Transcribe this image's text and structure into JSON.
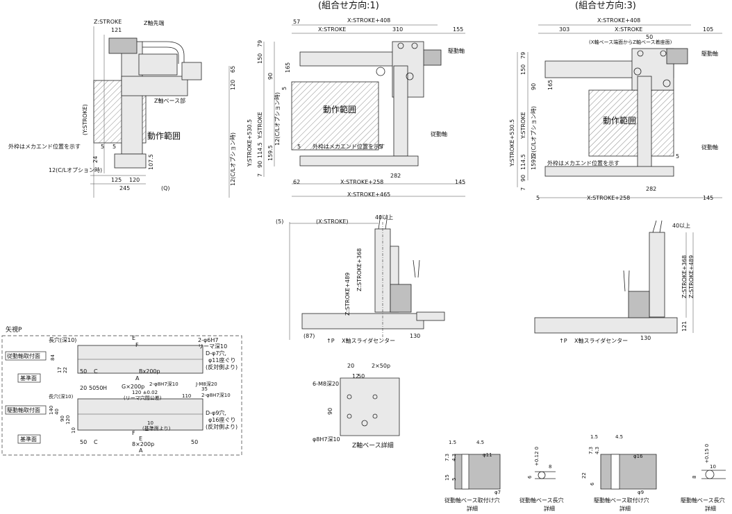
{
  "titles": {
    "combo1": "(組合せ方向:1)",
    "combo3": "(組合せ方向:3)"
  },
  "left_view": {
    "z_stroke": "Z:STROKE",
    "d121": "121",
    "z_tip": "Z軸先端",
    "y_stroke_paren": "(Y:STROKE)",
    "z_base": "Z軸ベース部",
    "range": "動作範囲",
    "mech_end": "外枠はメカエンド位置を示す",
    "d5a": "5",
    "d5b": "5",
    "cl12": "12(C/Lオプション時)",
    "cl12v": "12(C/Lオプション時)",
    "d120": "120",
    "d65": "65",
    "d107_5": "107.5",
    "d24": "24",
    "d125": "125",
    "d120b": "120",
    "d245": "245",
    "q": "(Q)"
  },
  "mid_view": {
    "x408": "X:STROKE+408",
    "d57": "57",
    "xs": "X:STROKE",
    "d310": "310",
    "d155": "155",
    "drive": "駆動軸",
    "driven": "従動軸",
    "y530": "Y:STROKE+530.5",
    "ys": "Y:STROKE",
    "d79": "79",
    "d150": "150",
    "d90": "90",
    "d165": "165",
    "d5": "5",
    "cl12": "12(C/Lオプション時)",
    "range": "動作範囲",
    "mech_end": "外枠はメカエンド位置を示す",
    "d5c": "5",
    "d5d": "5",
    "d159_5": "159.5",
    "d114_5": "114.5",
    "d90b": "90",
    "d7": "7",
    "d282": "282",
    "d62": "62",
    "x258": "X:STROKE+258",
    "d145": "145",
    "x465": "X:STROKE+465"
  },
  "right_view": {
    "x408": "X:STROKE+408",
    "d303": "303",
    "xs": "X:STROKE",
    "d50": "50",
    "d105": "105",
    "note": "(X軸ベース端面からZ軸ベース着座面)",
    "drive": "駆動軸",
    "driven": "従動軸",
    "y530": "Y:STROKE+530.5",
    "ys": "Y:STROKE",
    "d79": "79",
    "d150": "150",
    "d90": "90",
    "d165": "165",
    "cl12": "12(C/Lオプション時)",
    "range": "動作範囲",
    "mech_end": "外枠はメカエンド位置を示す",
    "d5": "5",
    "d159_5": "159.5",
    "d114_5": "114.5",
    "d90b": "90",
    "d7": "7",
    "d282": "282",
    "d5b": "5",
    "x258": "X:STROKE+258",
    "d145": "145"
  },
  "mid_front": {
    "d5p": "(5)",
    "xsp": "(X:STROKE)",
    "d40": "40以上",
    "z489": "Z:STROKE+489",
    "z368": "Z:STROKE+368",
    "d87": "(87)",
    "p": "↑P",
    "center": "X軸スライダセンター",
    "d130": "130"
  },
  "right_front": {
    "d40": "40以上",
    "z368": "Z:STROKE+368",
    "z489": "Z:STROKE+489",
    "d121": "121",
    "p": "↑P",
    "center": "X軸スライダセンター",
    "d130": "130"
  },
  "arrow_view": {
    "title": "矢視P",
    "long_hole": "長穴(深10)",
    "e": "E",
    "f": "F",
    "pin": "2-φ6H7",
    "pin2": "リーマ深10",
    "driven_face": "従動軸取付面",
    "d84": "84",
    "d17": "17",
    "d22": "22",
    "dhole": "D-φ7穴,",
    "dcb": "φ11座ぐり",
    "dback": "(反対側より)",
    "ref": "基準面",
    "d50": "50",
    "c": "C",
    "b": "Bx200p",
    "a": "A",
    "d20": "20",
    "d5050": "5050",
    "h": "H",
    "g": "G×200p",
    "pin8": "2-φ8H7深10",
    "jm8": "J-M8深20",
    "long2": "長穴(深10)",
    "d120": "120 ±0.02",
    "ream": "(リーマ穴間公差)",
    "d110": "110",
    "d35": "35",
    "pin8b": "2-φ8H7深10",
    "drive_face": "駆動軸取付面",
    "d140": "140",
    "d40": "40",
    "d90": "90",
    "d120b": "120",
    "d10": "10",
    "dhole9": "D-φ9穴,",
    "dcb16": "φ16座ぐり",
    "dback2": "(反対側より)",
    "d10b": "10",
    "refhole": "(基準面より)",
    "f2": "F",
    "ref2": "基準面",
    "d50b": "50",
    "c2": "C",
    "e2": "E",
    "d50c": "50",
    "b2": "8×200p",
    "a2": "A"
  },
  "zbase": {
    "d20": "20",
    "d2x50": "2×50p",
    "d12": "12",
    "d50": "50",
    "m8": "6-M8深20",
    "d90": "90",
    "pin": "φ8H7深10",
    "title": "Z軸ベース詳細"
  },
  "details": {
    "d1": {
      "t": "従動軸ベース取付け穴",
      "t2": "詳細",
      "a": "1.5",
      "b": "4.5",
      "c": "φ11",
      "d": "7.3",
      "e": "4.3",
      "f": "15",
      "g": "5",
      "h": "φ7"
    },
    "d2": {
      "t": "従動軸ベース長穴",
      "t2": "詳細",
      "a": "8",
      "b": "6",
      "c": "+0.12 0"
    },
    "d3": {
      "t": "駆動軸ベース取付け穴",
      "t2": "詳細",
      "a": "1.5",
      "b": "4.5",
      "c": "φ16",
      "d": "7.3",
      "e": "4.3",
      "f": "22",
      "g": "6",
      "h": "φ9"
    },
    "d4": {
      "t": "駆動軸ベース長穴",
      "t2": "詳細",
      "a": "10",
      "b": "8",
      "c": "+0.15 0"
    }
  }
}
